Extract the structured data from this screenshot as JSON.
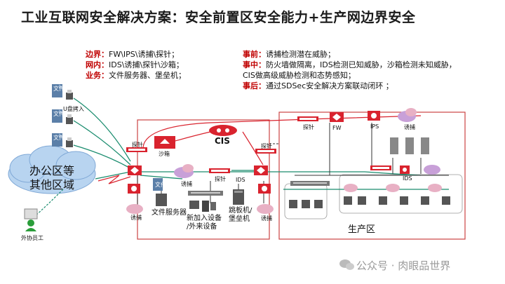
{
  "title": "工业互联网安全解决方案：安全前置区安全能力+生产网边界安全",
  "legend_left": [
    {
      "key": "边界：",
      "text": "FW\\IPS\\诱捕\\探针；"
    },
    {
      "key": "网内：",
      "text": "IDS\\诱捕\\探针\\沙箱；"
    },
    {
      "key": "业务：",
      "text": "文件服务器、堡垒机；"
    }
  ],
  "legend_right": [
    {
      "key": "事前：",
      "text": "诱捕检测潜在威胁；"
    },
    {
      "key": "事中：",
      "text": "防火墙做隔离，IDS检测已知威胁，沙箱检测未知威胁，"
    },
    {
      "key": "",
      "text": "CIS做高级威胁检测和态势感知；"
    },
    {
      "key": "事后：",
      "text": "通过SDSec安全解决方案联动闭环 ；"
    }
  ],
  "office_cloud": "办公区等\n其他区域",
  "labels": {
    "file1": "文件",
    "file2": "文件",
    "file3": "文件",
    "usb": "U盘拷入",
    "external_staff": "外协员工",
    "probe_left": "探针",
    "sandbox": "沙箱",
    "cis": "CIS",
    "probe_mid_right": "探针",
    "honeypot_left": "诱捕",
    "file_server_doc": "文件",
    "honeypot_mid": "诱捕",
    "probe_center": "探针",
    "ids_center": "IDS",
    "file_server": "文件服务器",
    "new_device": "新加入设备\n/外来设备",
    "jump_server": "跳板机/\n堡垒机",
    "honeypot_bottom": "诱捕",
    "probe_top": "探针",
    "fw": "FW",
    "ips": "IPS",
    "honeypot_top": "诱捕",
    "ids_right": "IDS",
    "production_zone": "生产区"
  },
  "watermark": "公众号 · 肉眼品世界",
  "colors": {
    "accent_red": "#c00000",
    "device_red": "#d9232e",
    "cloud_blue": "#b8d4f0",
    "line_green": "#1a8c6e",
    "line_red": "#d9232e"
  }
}
